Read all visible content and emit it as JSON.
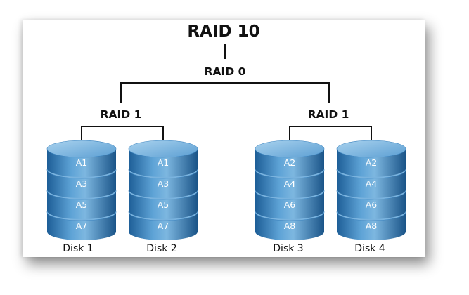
{
  "title": "RAID 10",
  "level1": "RAID 0",
  "mirrors": [
    {
      "label": "RAID 1",
      "disks": [
        {
          "name": "Disk 1",
          "blocks": [
            "A1",
            "A3",
            "A5",
            "A7"
          ]
        },
        {
          "name": "Disk 2",
          "blocks": [
            "A1",
            "A3",
            "A5",
            "A7"
          ]
        }
      ]
    },
    {
      "label": "RAID 1",
      "disks": [
        {
          "name": "Disk 3",
          "blocks": [
            "A2",
            "A4",
            "A6",
            "A8"
          ]
        },
        {
          "name": "Disk 4",
          "blocks": [
            "A2",
            "A4",
            "A6",
            "A8"
          ]
        }
      ]
    }
  ],
  "colors": {
    "disk_light": "#9cc8e8",
    "disk_mid": "#4f95cc",
    "disk_dark": "#1f5f96",
    "disk_top": "#7fb6df"
  }
}
